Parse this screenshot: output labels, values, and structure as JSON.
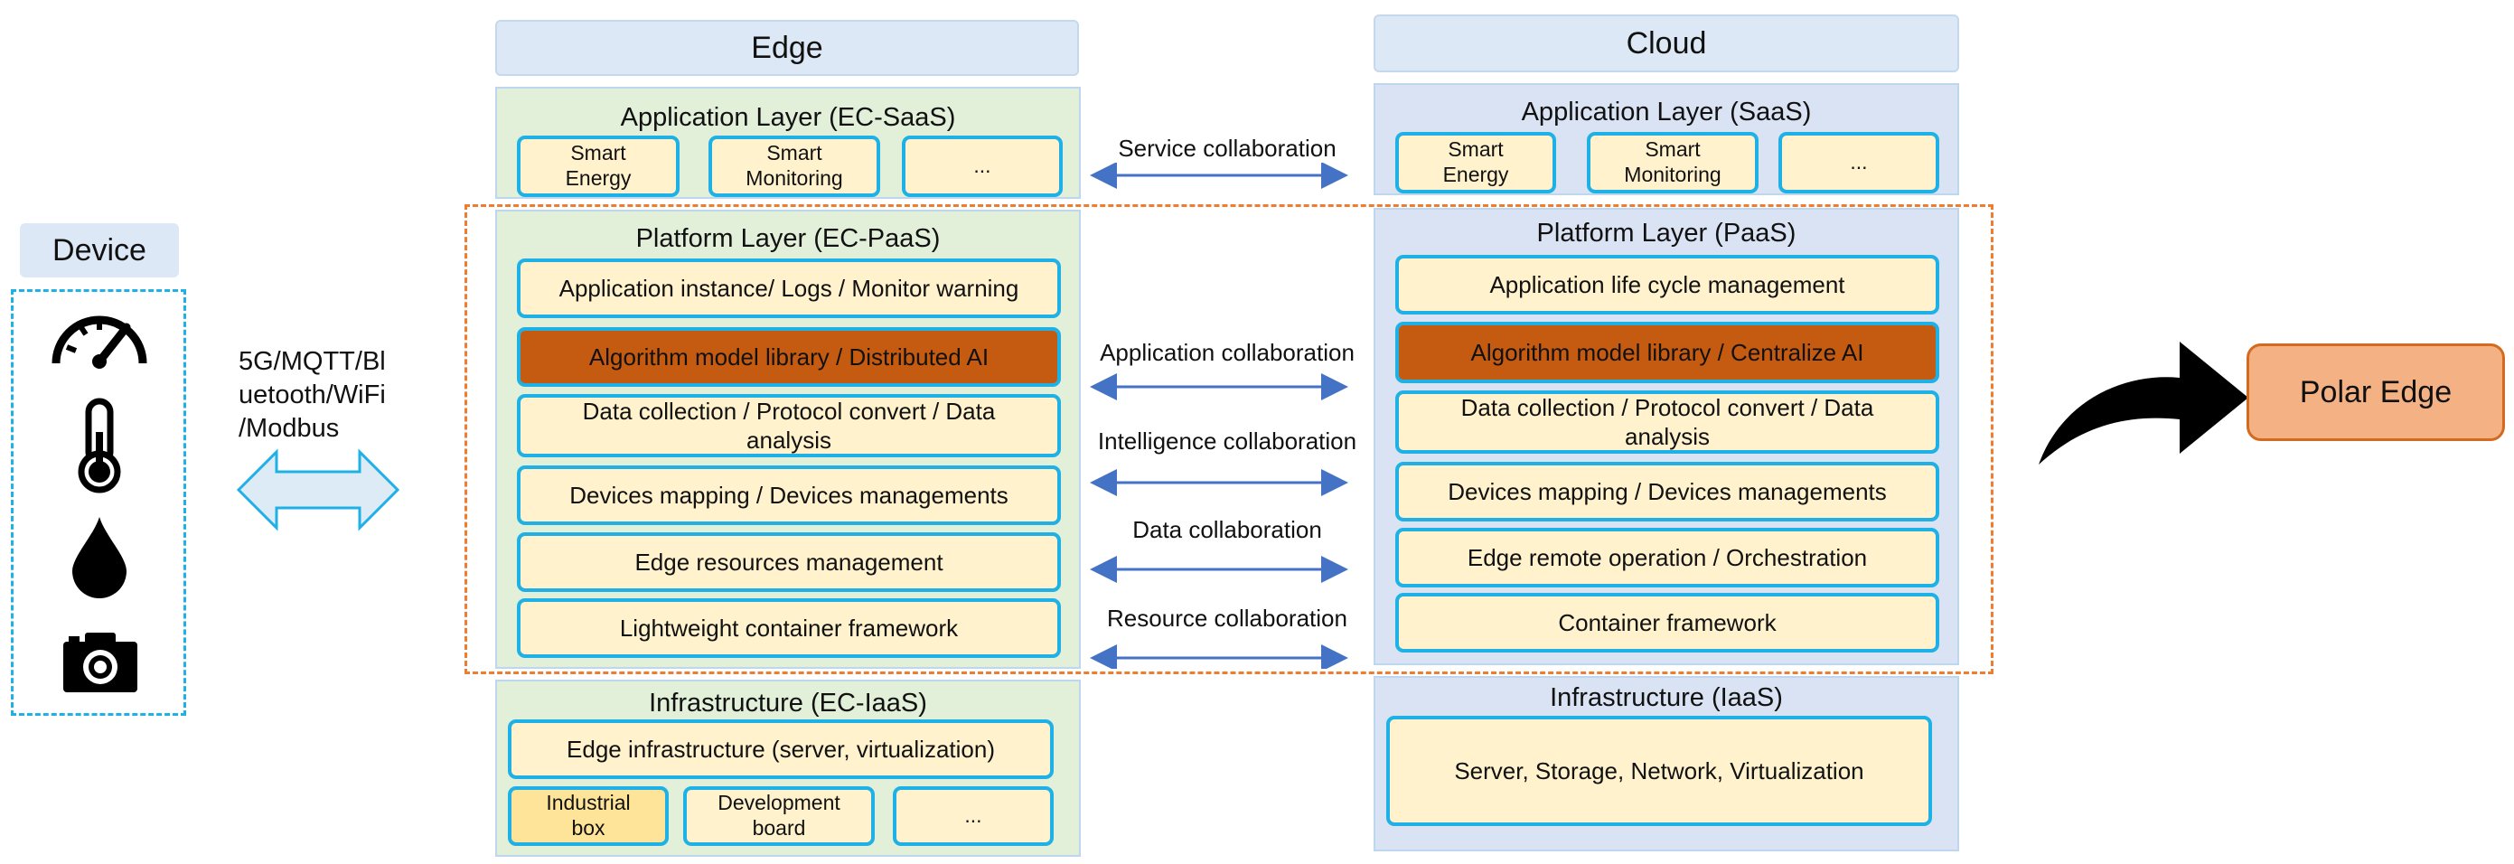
{
  "device": {
    "title": "Device",
    "icons": [
      "speedometer-icon",
      "thermometer-icon",
      "water-drop-icon",
      "camera-icon"
    ]
  },
  "protocol_label": [
    "5G/MQTT/Bl",
    "uetooth/WiFi",
    "/Modbus"
  ],
  "edge": {
    "title": "Edge",
    "app_layer": {
      "title": "Application Layer (EC-SaaS)",
      "items": [
        [
          "Smart",
          "Energy"
        ],
        [
          "Smart",
          "Monitoring"
        ],
        [
          "..."
        ]
      ]
    },
    "platform_layer": {
      "title": "Platform Layer (EC-PaaS)",
      "items": [
        [
          "Application instance/ Logs / Monitor warning"
        ],
        [
          "Algorithm model library / Distributed AI"
        ],
        [
          "Data collection / Protocol convert / Data",
          "analysis"
        ],
        [
          "Devices mapping / Devices managements"
        ],
        [
          "Edge resources management"
        ],
        [
          "Lightweight container framework"
        ]
      ]
    },
    "infra_layer": {
      "title": "Infrastructure (EC-IaaS)",
      "main": "Edge infrastructure (server, virtualization)",
      "items": [
        [
          "Industrial",
          "box"
        ],
        [
          "Development",
          "board"
        ],
        [
          "..."
        ]
      ]
    }
  },
  "cloud": {
    "title": "Cloud",
    "app_layer": {
      "title": "Application Layer (SaaS)",
      "items": [
        [
          "Smart",
          "Energy"
        ],
        [
          "Smart",
          "Monitoring"
        ],
        [
          "..."
        ]
      ]
    },
    "platform_layer": {
      "title": "Platform Layer (PaaS)",
      "items": [
        [
          "Application life cycle management"
        ],
        [
          "Algorithm model library / Centralize AI"
        ],
        [
          "Data collection / Protocol convert / Data",
          "analysis"
        ],
        [
          "Devices mapping / Devices managements"
        ],
        [
          "Edge remote operation / Orchestration"
        ],
        [
          "Container framework"
        ]
      ]
    },
    "infra_layer": {
      "title": "Infrastructure (IaaS)",
      "main": "Server, Storage, Network, Virtualization"
    }
  },
  "collaborations": [
    "Service collaboration",
    "Application collaboration",
    "Intelligence collaboration",
    "Data collaboration",
    "Resource collaboration"
  ],
  "polar_edge": "Polar Edge",
  "colors": {
    "box_fill": "#fff2cc",
    "box_border": "#1fb1e6",
    "highlight_fill": "#c55a11",
    "edge_panel": "#e2efd9",
    "cloud_panel": "#dae3f3",
    "arrow_blue": "#4472c4",
    "dashed_orange": "#ed7d31",
    "polar_fill": "#f4b183"
  }
}
